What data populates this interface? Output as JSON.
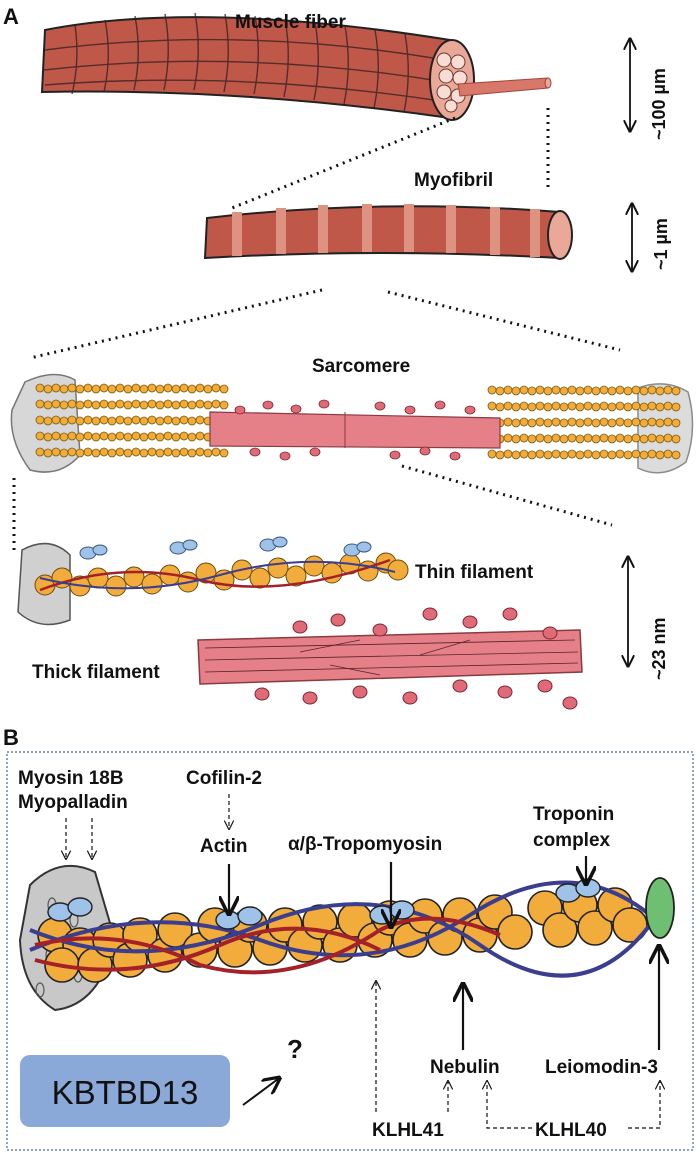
{
  "panel_a": {
    "letter": "A",
    "muscle_fiber": "Muscle fiber",
    "myofibril": "Myofibril",
    "sarcomere": "Sarcomere",
    "thin_filament": "Thin filament",
    "thick_filament": "Thick filament",
    "scale_fiber": "~100 µm",
    "scale_myofibril": "~1 µm",
    "scale_filament": "~23 nm"
  },
  "panel_b": {
    "letter": "B",
    "myosin18b": "Myosin 18B",
    "myopalladin": "Myopalladin",
    "cofilin2": "Cofilin-2",
    "actin": "Actin",
    "tropomyosin": "α/β-Tropomyosin",
    "troponin_line1": "Troponin",
    "troponin_line2": "complex",
    "nebulin": "Nebulin",
    "leiomodin3": "Leiomodin-3",
    "klhl41": "KLHL41",
    "klhl40": "KLHL40",
    "kbtbd13": "KBTBD13",
    "question": "?"
  },
  "colors": {
    "muscle": "#c0584a",
    "muscle_band": "#de9282",
    "actin": "#f2ac3c",
    "thick": "#e58088",
    "myosin_head": "#e06a78",
    "tropomyosin": "#3b3e8f",
    "nebulin": "#a3222a",
    "troponin": "#9fc2e8",
    "zdisc": "#c8c8c8",
    "leiomodin": "#6fbf73",
    "kbtbd13_box": "#8aa8d8"
  }
}
